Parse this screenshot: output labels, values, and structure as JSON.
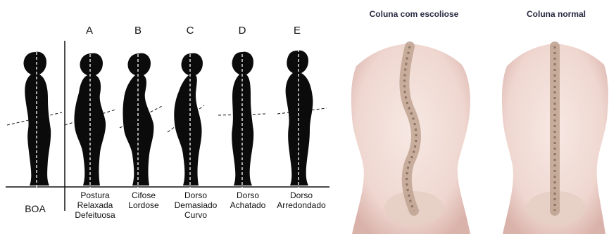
{
  "posture_panel": {
    "reference_label": "BOA",
    "figures": [
      {
        "letter": "A",
        "caption": [
          "Postura",
          "Relaxada",
          "Defeituosa"
        ]
      },
      {
        "letter": "B",
        "caption": [
          "Cifose",
          "Lordose"
        ]
      },
      {
        "letter": "C",
        "caption": [
          "Dorso",
          "Demasiado",
          "Curvo"
        ]
      },
      {
        "letter": "D",
        "caption": [
          "Dorso",
          "Achatado"
        ]
      },
      {
        "letter": "E",
        "caption": [
          "Dorso",
          "Arredondado"
        ]
      }
    ]
  },
  "spine_panel": {
    "left_title": "Coluna com escoliose",
    "right_title": "Coluna normal"
  },
  "colors": {
    "silhouette": "#0b0b0b",
    "skin": "#f0d9d3",
    "skin_shadow": "#e2bfb8",
    "bone": "#cdb7a6"
  }
}
